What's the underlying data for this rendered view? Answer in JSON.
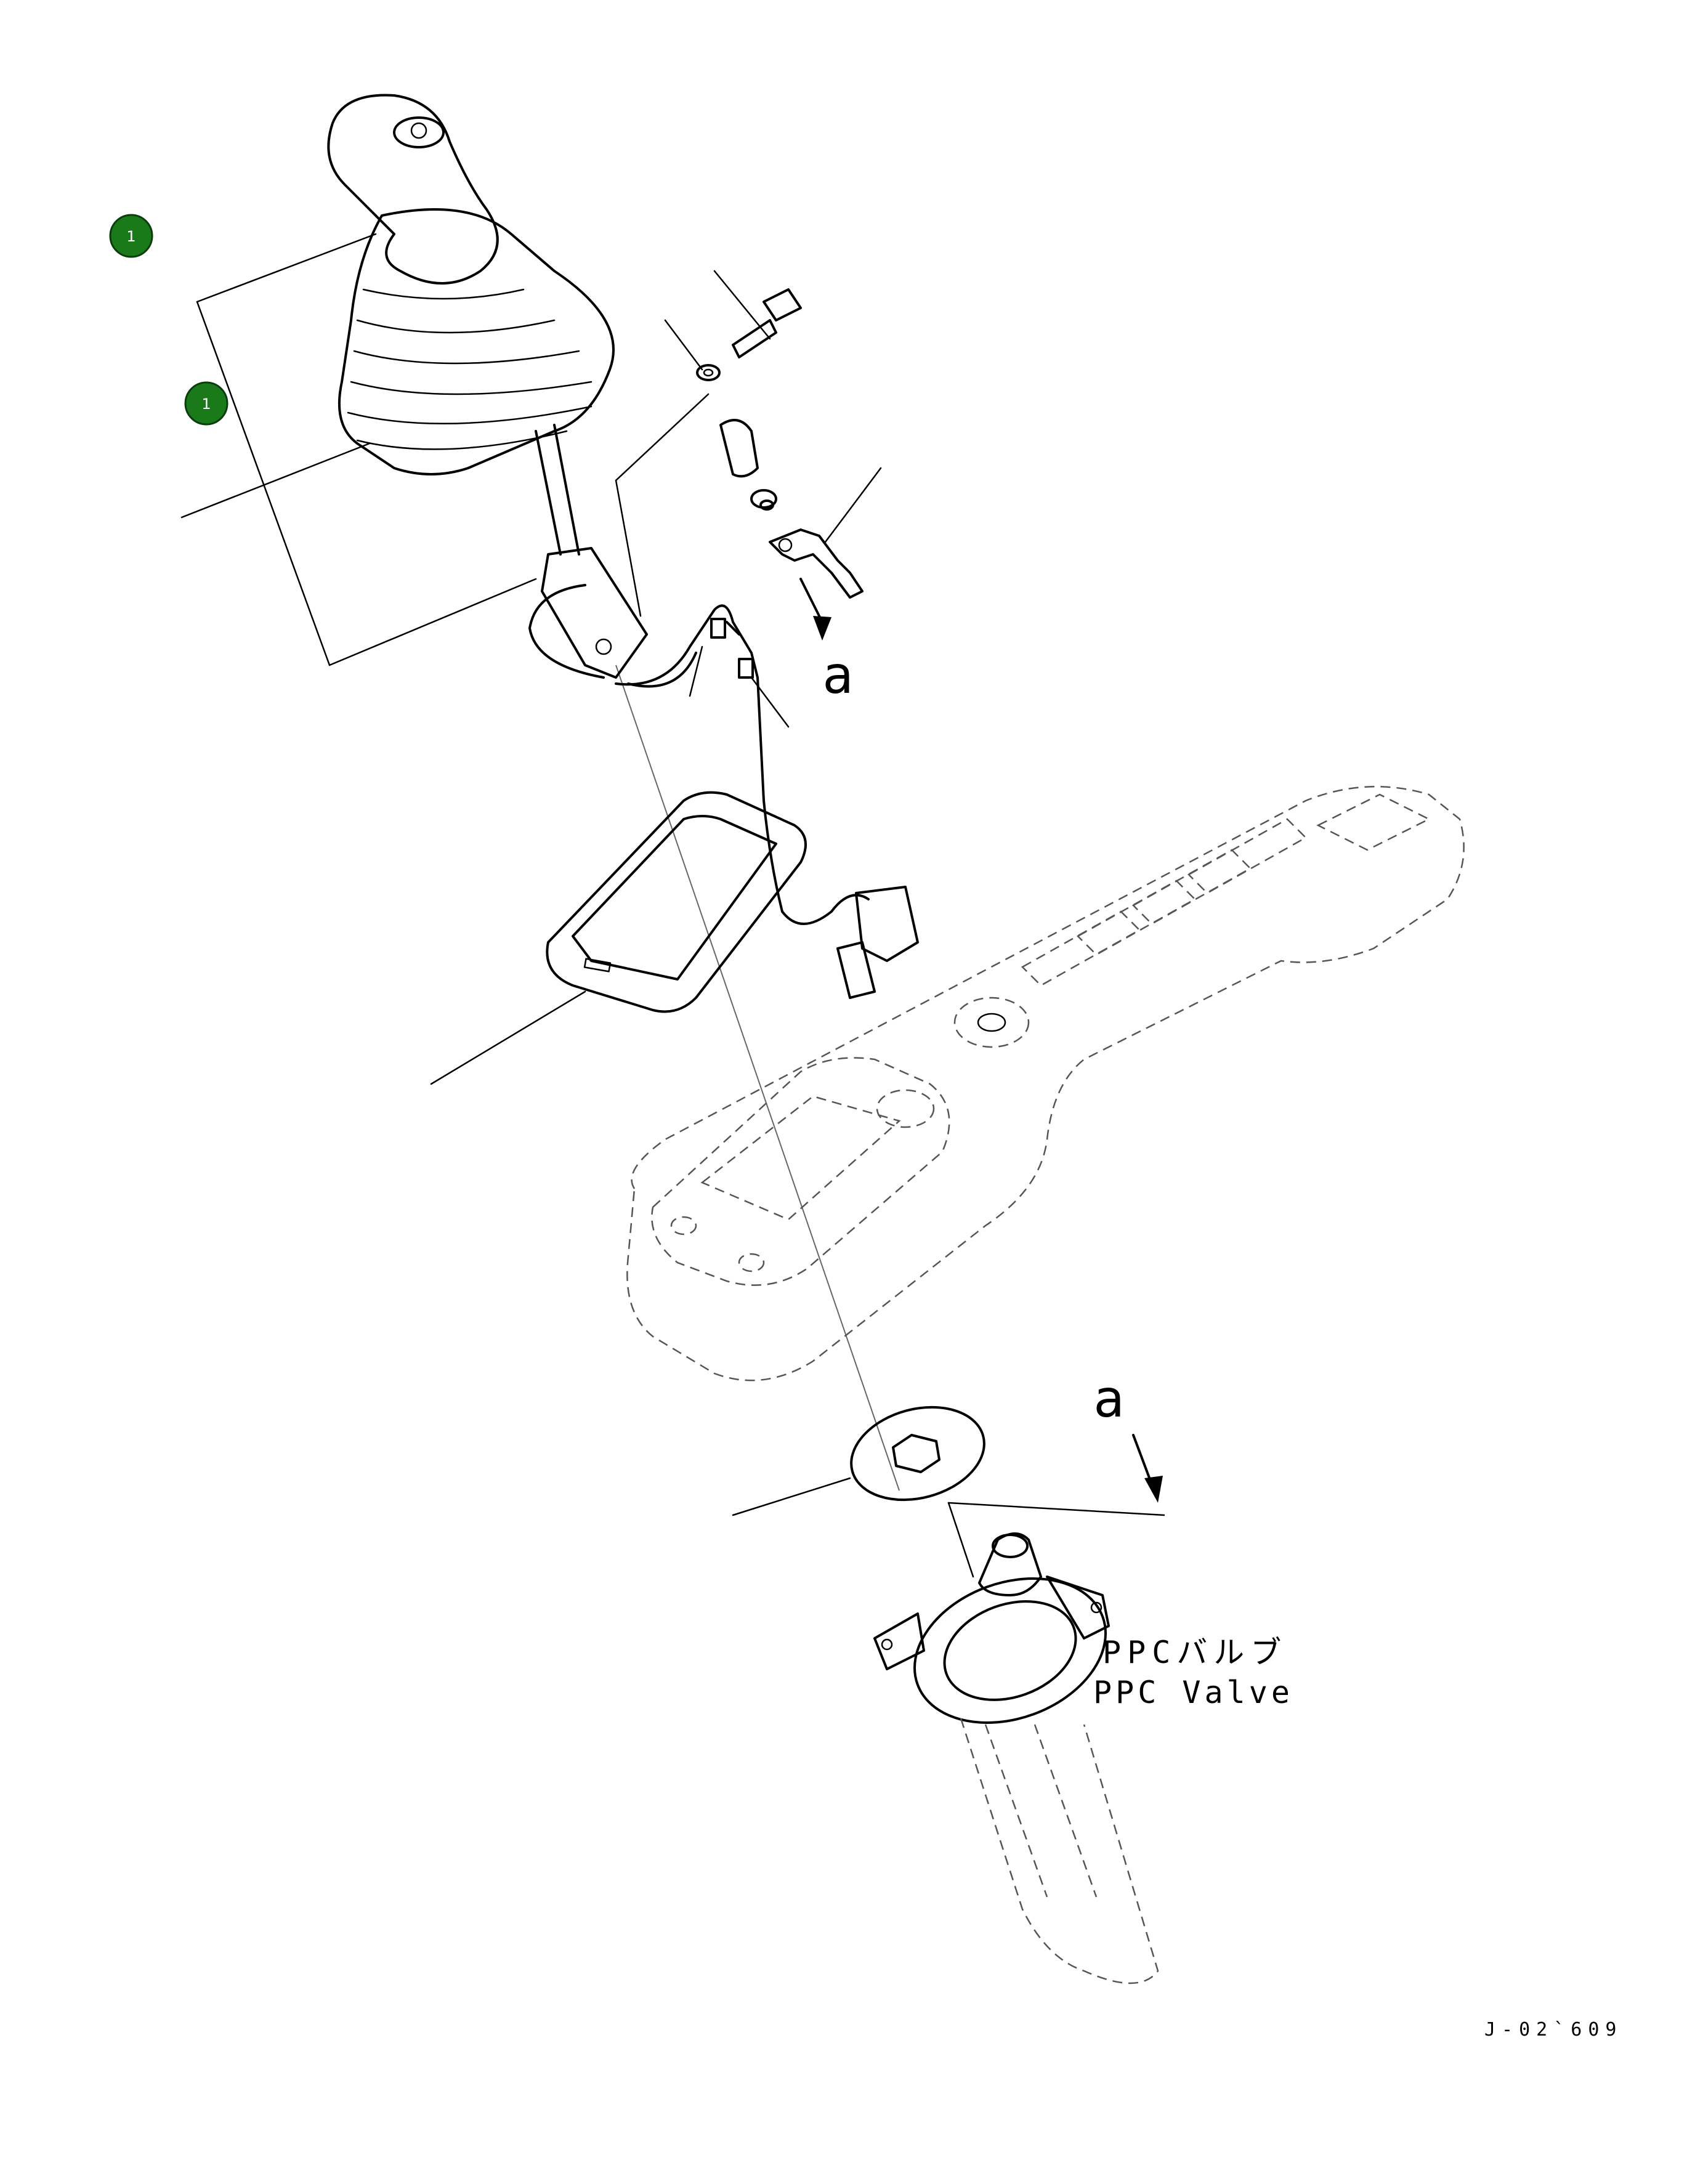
{
  "callouts": [
    {
      "number": "1",
      "color": "#1a7a1a"
    },
    {
      "number": "1",
      "color": "#1a7a1a"
    }
  ],
  "view_labels": {
    "top": "a",
    "bottom": "a"
  },
  "ppc_valve": {
    "japanese": "PPCバルブ",
    "english": "PPC Valve"
  },
  "drawing_number": "J-02`609"
}
